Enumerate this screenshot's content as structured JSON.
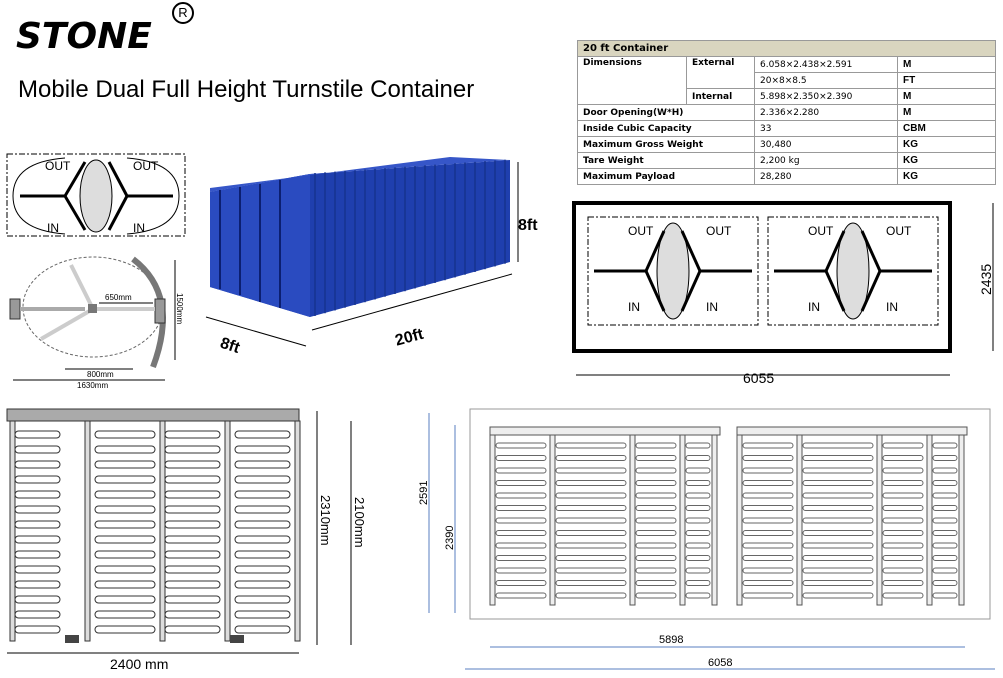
{
  "brand": {
    "logo": "STONE",
    "registered": "R"
  },
  "title": "Mobile Dual Full Height Turnstile Container",
  "spec_table": {
    "header": "20 ft Container",
    "rows": {
      "dimensions": {
        "label": "Dimensions",
        "external": "External",
        "internal": "Internal",
        "ext_m": "6.058×2.438×2.591",
        "ext_m_unit": "M",
        "ext_ft": "20×8×8.5",
        "ext_ft_unit": "FT",
        "int_m": "5.898×2.350×2.390",
        "int_m_unit": "M"
      },
      "door": {
        "label": "Door Opening(W*H)",
        "value": "2.336×2.280",
        "unit": "M"
      },
      "capacity": {
        "label": "Inside Cubic Capacity",
        "value": "33",
        "unit": "CBM"
      },
      "gross": {
        "label": "Maximum Gross Weight",
        "value": "30,480",
        "unit": "KG"
      },
      "tare": {
        "label": "Tare Weight",
        "value": "2,200 kg",
        "unit": "KG"
      },
      "payload": {
        "label": "Maximum Payload",
        "value": "28,280",
        "unit": "KG"
      }
    }
  },
  "plan_small": {
    "out": "OUT",
    "in": "IN"
  },
  "dimension_small": {
    "arm": "650mm",
    "passage": "800mm",
    "width": "1630mm",
    "depth": "1500mm"
  },
  "container_3d": {
    "height": "8ft",
    "length": "20ft",
    "width": "8ft",
    "color": "#1f3fae"
  },
  "plan_large": {
    "out": "OUT",
    "in": "IN",
    "length": "6055",
    "width": "2435"
  },
  "elevation_left": {
    "width": "2400 mm",
    "total_height": "2310mm",
    "height": "2100mm"
  },
  "elevation_right": {
    "ext_height": "2591",
    "int_height": "2390",
    "int_length": "5898",
    "ext_length": "6058"
  }
}
